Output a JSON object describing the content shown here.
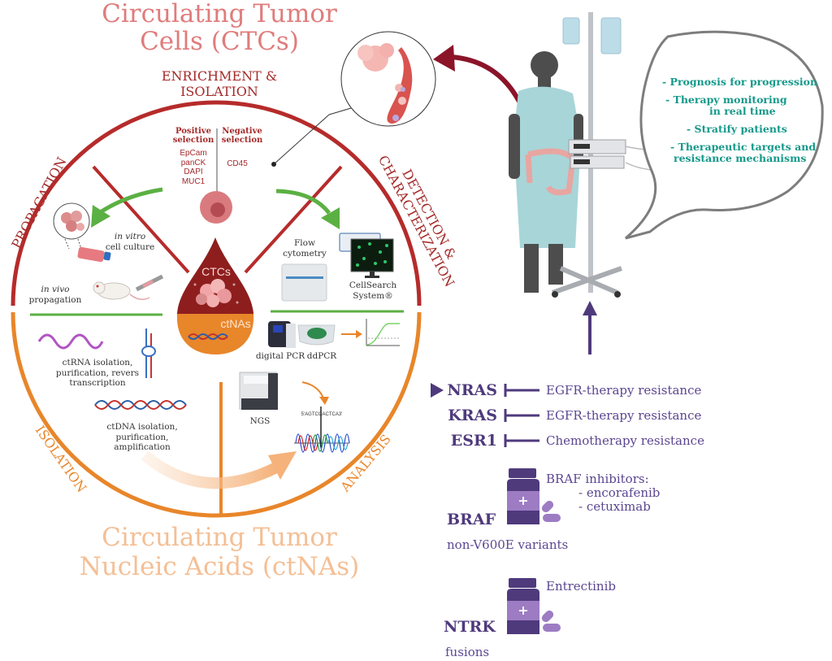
{
  "titles": {
    "ctc_line1": "Circulating Tumor",
    "ctc_line2": "Cells (CTCs)",
    "ctna_line1": "Circulating Tumor",
    "ctna_line2": "Nucleic Acids (ctNAs)"
  },
  "sections": {
    "enrichment_line1": "ENRICHMENT &",
    "enrichment_line2": "ISOLATION",
    "propagation": "PROPAGATION",
    "detection_line1": "DETECTION &",
    "detection_line2": "CHARACTERIZATION",
    "isolation": "ISOLATION",
    "analysis": "ANALYSIS"
  },
  "selection": {
    "positive_head_line1": "Positive",
    "positive_head_line2": "selection",
    "negative_head_line1": "Negative",
    "negative_head_line2": "selection",
    "positive_markers": [
      "EpCam",
      "panCK",
      "DAPI",
      "MUC1"
    ],
    "negative_markers": [
      "CD45"
    ]
  },
  "propagation": {
    "in_vitro_italic": "in vitro",
    "in_vitro_rest": "cell culture",
    "in_vivo_italic": "in vivo",
    "in_vivo_rest": "propagation"
  },
  "detection": {
    "flow_line1": "Flow",
    "flow_line2": "cytometry",
    "cellsearch_line1": "CellSearch",
    "cellsearch_line2": "System®"
  },
  "drop": {
    "ctc_label": "CTCs",
    "ctna_label": "ctNAs"
  },
  "isolation": {
    "ctrna_line1": "ctRNA isolation,",
    "ctrna_line2": "purification, revers",
    "ctrna_line3": "transcription",
    "ctdna_line1": "ctDNA isolation,",
    "ctdna_line2": "purification,",
    "ctdna_line3": "amplification"
  },
  "analysis": {
    "digital_pcr": "digital PCR",
    "ddpcr": "ddPCR",
    "ngs": "NGS",
    "sequence": "5'AGTCGACTCA3'"
  },
  "bubble": {
    "items": [
      "- Prognosis for progression",
      "- Therapy monitoring",
      "in real time",
      "- Stratify patients",
      "- Therapeutic targets and",
      "resistance mechanisms"
    ]
  },
  "genes": {
    "resistance": [
      {
        "gene": "NRAS",
        "effect": "EGFR-therapy resistance"
      },
      {
        "gene": "KRAS",
        "effect": "EGFR-therapy resistance"
      },
      {
        "gene": "ESR1",
        "effect": "Chemotherapy resistance"
      }
    ],
    "braf": {
      "gene": "BRAF",
      "subtitle": "non-V600E variants",
      "drugs_head": "BRAF inhibitors:",
      "drugs": [
        "- encorafenib",
        "- cetuximab"
      ]
    },
    "ntrk": {
      "gene": "NTRK",
      "subtitle": "fusions",
      "drug": "Entrectinib"
    }
  },
  "colors": {
    "ctc_red": "#b62b2b",
    "ctna_orange": "#e8862a",
    "green": "#5bb043",
    "purple": "#4f3a7c",
    "teal": "#14998a"
  }
}
